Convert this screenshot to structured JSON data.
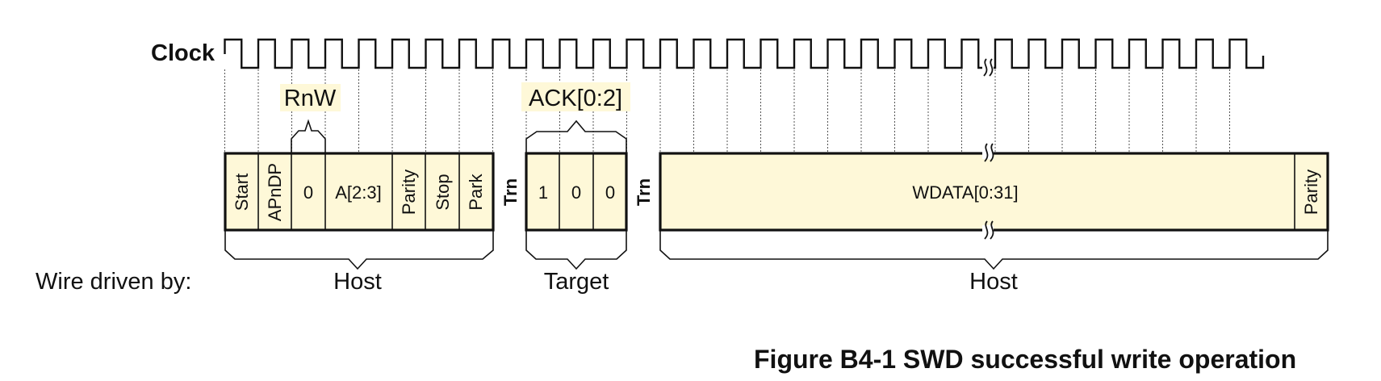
{
  "figure": {
    "caption": "Figure B4-1 SWD successful write operation",
    "clock_label": "Clock",
    "wire_driven_by_label": "Wire driven by:"
  },
  "colors": {
    "field_fill": "#FEF8D8",
    "line": "#111111"
  },
  "clock": {
    "total_cycles": 31,
    "break_after_cycle": 22
  },
  "groups": [
    {
      "driver": "Host",
      "fields": [
        {
          "name": "Start",
          "bits": 1,
          "rotated": true
        },
        {
          "name": "APnDP",
          "bits": 1,
          "rotated": true
        },
        {
          "name": "0",
          "bits": 1,
          "rotated": false
        },
        {
          "name": "A[2:3]",
          "bits": 2,
          "rotated": false
        },
        {
          "name": "Parity",
          "bits": 1,
          "rotated": true
        },
        {
          "name": "Stop",
          "bits": 1,
          "rotated": true
        },
        {
          "name": "Park",
          "bits": 1,
          "rotated": true
        }
      ]
    },
    {
      "turnaround": "Trn"
    },
    {
      "driver": "Target",
      "fields": [
        {
          "name": "1",
          "bits": 1,
          "rotated": false
        },
        {
          "name": "0",
          "bits": 1,
          "rotated": false
        },
        {
          "name": "0",
          "bits": 1,
          "rotated": false
        }
      ]
    },
    {
      "turnaround": "Trn"
    },
    {
      "driver": "Host",
      "fields": [
        {
          "name": "WDATA[0:31]",
          "bits": 17,
          "rotated": false,
          "broken": true
        },
        {
          "name": "Parity",
          "bits": 1,
          "rotated": true
        }
      ]
    }
  ],
  "annotations": [
    {
      "label": "RnW",
      "refers_to_field": "0",
      "group": 0
    },
    {
      "label": "ACK[0:2]",
      "refers_to_group": 2
    }
  ]
}
